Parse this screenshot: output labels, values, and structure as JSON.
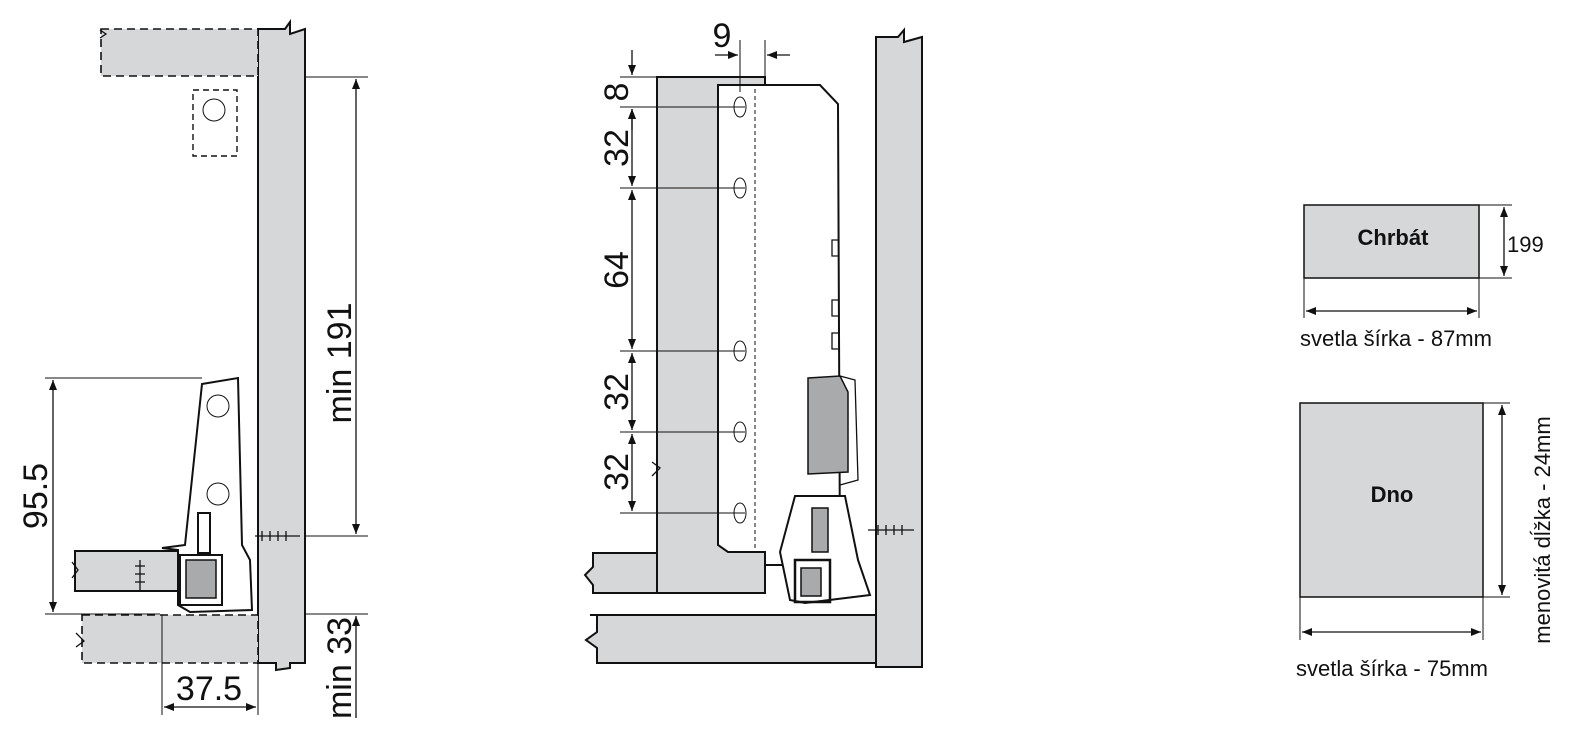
{
  "left_view": {
    "dim_height": "95.5",
    "dim_offset": "37.5",
    "dim_min_top": "min 191",
    "dim_min_bottom": "min 33"
  },
  "middle_view": {
    "dim_width": "9",
    "dims_vertical": [
      "8",
      "32",
      "64",
      "32",
      "32"
    ]
  },
  "panels": {
    "back": {
      "label": "Chrbát",
      "height": "199",
      "width": "svetla šírka - 87mm"
    },
    "bottom": {
      "label": "Dno",
      "length": "menovitá dĺžka - 24mm",
      "width": "svetla šírka - 75mm"
    }
  },
  "colors": {
    "panel_fill": "#d6d7d9",
    "line": "#111111",
    "hardware_shade": "#a9aaac"
  }
}
